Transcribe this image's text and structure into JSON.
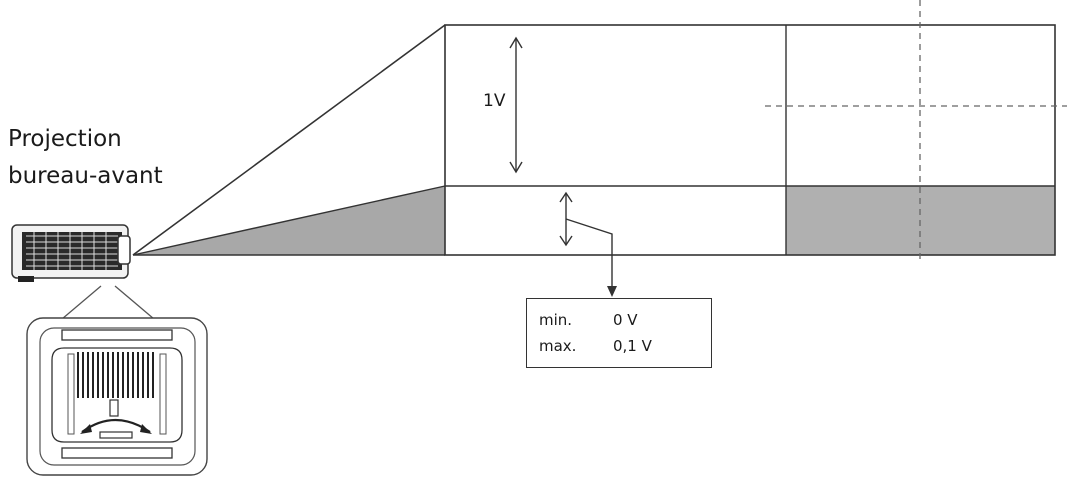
{
  "title": {
    "line1": "Projection",
    "line2": "bureau-avant"
  },
  "image_height_label": "1V",
  "vertical_shift": {
    "min_label": "min.",
    "min_value": "0 V",
    "max_label": "max.",
    "max_value": "0,1 V"
  },
  "colors": {
    "shade": "#a8a8a8",
    "line": "#333333",
    "dashed": "#666666"
  }
}
